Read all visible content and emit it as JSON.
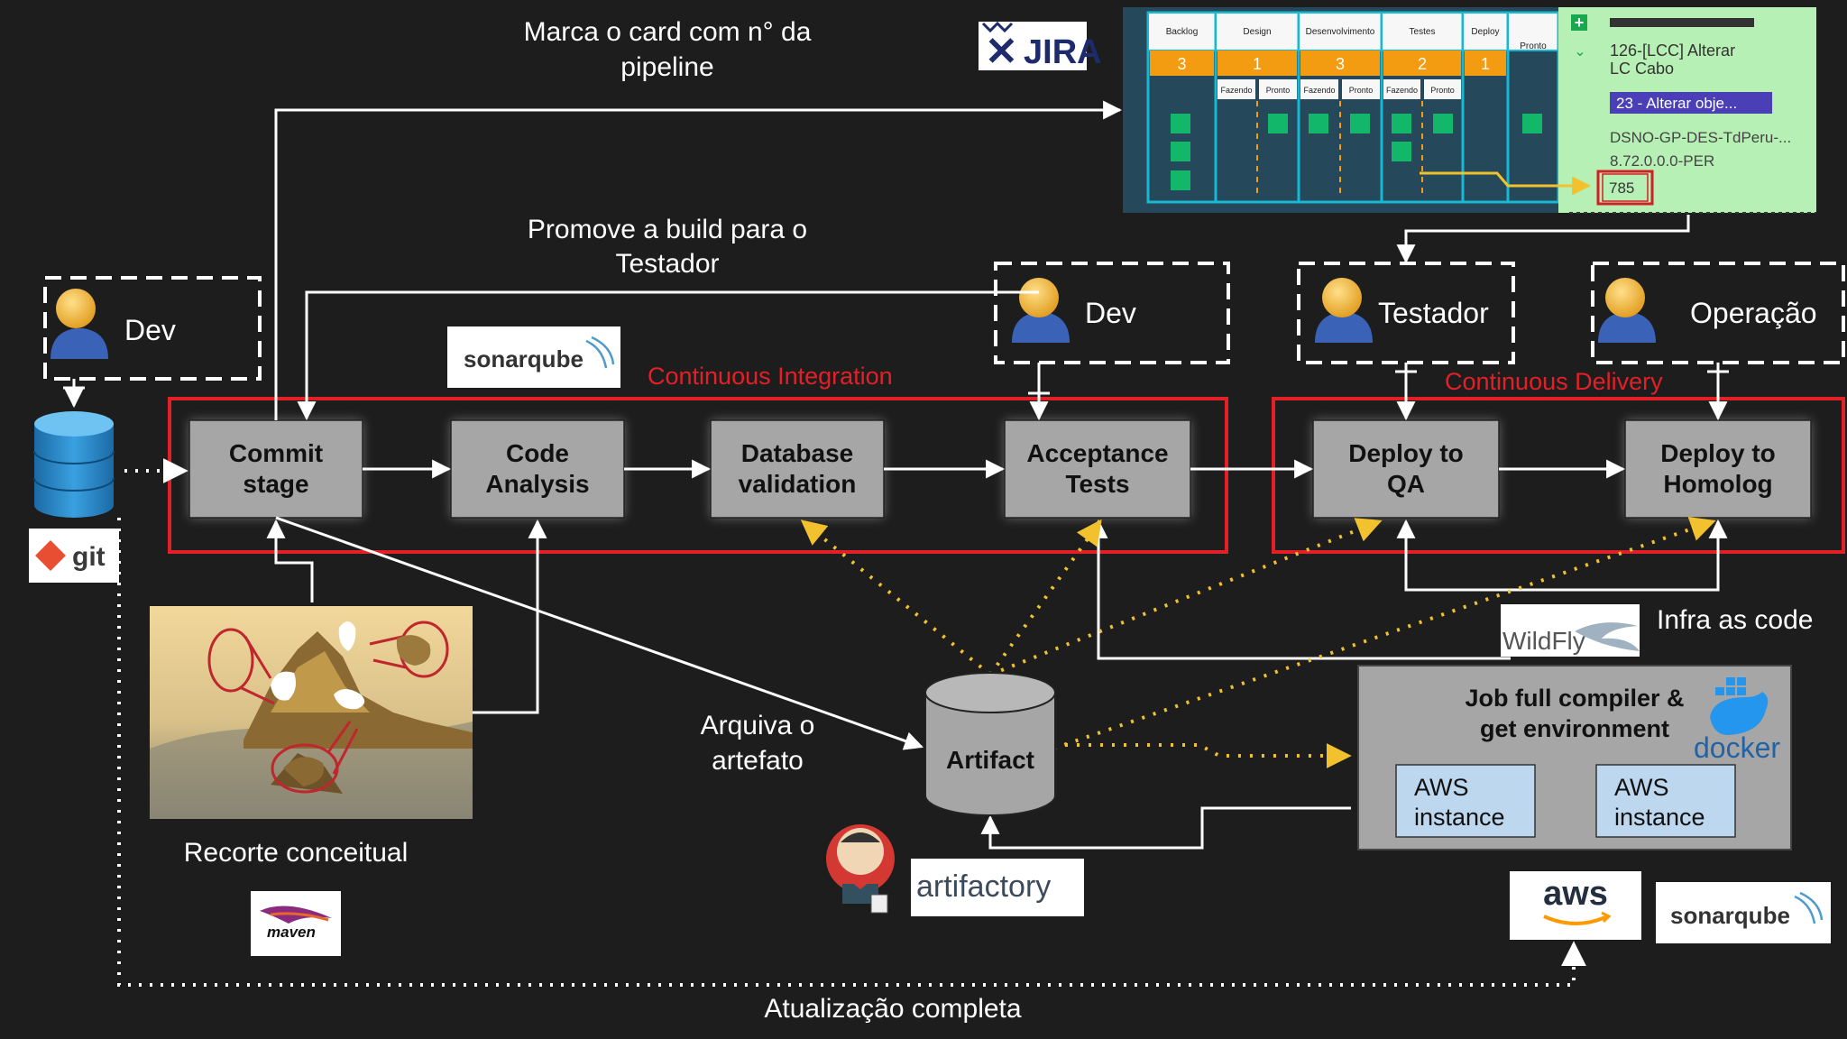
{
  "labels": {
    "jira_caption": [
      "Marca o card com n° da",
      "pipeline"
    ],
    "promote": [
      "Promove a build para o",
      "Testador"
    ],
    "archive": [
      "Arquiva o",
      "artefato"
    ],
    "full_update": "Atualização completa",
    "concept": "Recorte conceitual",
    "infra": "Infra as code",
    "ci": "Continuous Integration",
    "cd": "Continuous Delivery"
  },
  "roles": {
    "dev_left": "Dev",
    "dev_right": "Dev",
    "tester": "Testador",
    "operation": "Operação"
  },
  "stages": {
    "commit": [
      "Commit",
      "stage"
    ],
    "code": [
      "Code",
      "Analysis"
    ],
    "db": [
      "Database",
      "validation"
    ],
    "accept": [
      "Acceptance",
      "Tests"
    ],
    "qa": [
      "Deploy to",
      "QA"
    ],
    "homolog": [
      "Deploy to",
      "Homolog"
    ]
  },
  "artifact": "Artifact",
  "job": {
    "title": [
      "Job full compiler &",
      "get environment"
    ],
    "aws1": [
      "AWS",
      "instance"
    ],
    "aws2": [
      "AWS",
      "instance"
    ]
  },
  "logos": {
    "jira": "JIRA",
    "git": "git",
    "maven": "maven",
    "sonar1": "sonarqube",
    "sonar2": "sonarqube",
    "artifactory": "artifactory",
    "wildfly": "WildFly",
    "docker": "docker",
    "aws": "aws"
  },
  "board": {
    "columns": [
      "Backlog",
      "Design",
      "Desenvolvimento",
      "Testes",
      "Deploy",
      "Pronto"
    ],
    "counts": [
      "3",
      "1",
      "3",
      "2",
      "1"
    ],
    "subs": [
      "Fazendo",
      "Pronto",
      "Fazendo",
      "Pronto",
      "Fazendo",
      "Pronto"
    ]
  },
  "card": {
    "id_line": "126-[LCC] Alterar",
    "id_line2": "LC Cabo",
    "tag": "23 - Alterar obje...",
    "l1": "DSNO-GP-DES-TdPeru-...",
    "l2": "8.72.0.0.0-PER",
    "number": "785"
  },
  "colors": {
    "bg": "#1d1d1d",
    "stage": "#a6a6a6",
    "red": "#e32027",
    "yellow": "#f2c22e",
    "board_bg": "#25495a",
    "board_line": "#16b8d4",
    "orange": "#f39c12",
    "green": "#12b76a",
    "card_bg": "#b7f0b4"
  }
}
